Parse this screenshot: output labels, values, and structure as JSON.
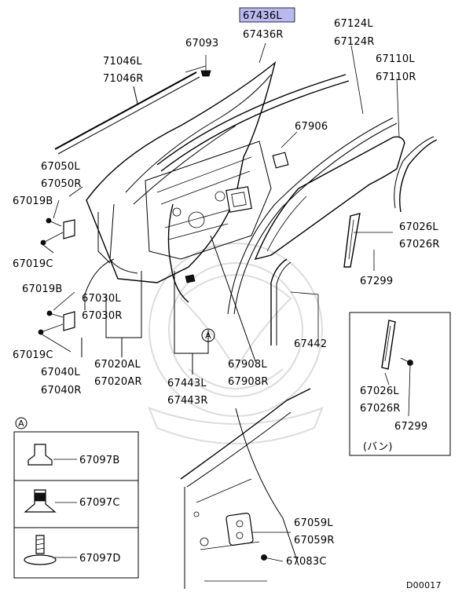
{
  "highlight_label": "67436L",
  "labels": {
    "p67436L": "67436L",
    "p67436R": "67436R",
    "p67093": "67093",
    "p71046L": "71046L",
    "p71046R": "71046R",
    "p67124L": "67124L",
    "p67124R": "67124R",
    "p67110L": "67110L",
    "p67110R": "67110R",
    "p67906": "67906",
    "p67050L": "67050L",
    "p67050R": "67050R",
    "p67019B_1": "67019B",
    "p67019C_1": "67019C",
    "p67019B_2": "67019B",
    "p67019C_2": "67019C",
    "p67030L": "67030L",
    "p67030R": "67030R",
    "p67040L": "67040L",
    "p67040R": "67040R",
    "p67020AL": "67020AL",
    "p67020AR": "67020AR",
    "p67443L": "67443L",
    "p67443R": "67443R",
    "p67908L": "67908L",
    "p67908R": "67908R",
    "p67442": "67442",
    "p67026L_1": "67026L",
    "p67026R_1": "67026R",
    "p67299_1": "67299",
    "p67026L_2": "67026L",
    "p67026R_2": "67026R",
    "p67299_2": "67299",
    "van": "(バン)",
    "callout_A_main": "A",
    "callout_A_box": "A",
    "p67097B": "67097B",
    "p67097C": "67097C",
    "p67097D": "67097D",
    "p67059L": "67059L",
    "p67059R": "67059R",
    "p67083C": "67083C",
    "diagram_id": "D00017"
  },
  "colors": {
    "highlight": "#b9b9ee",
    "line": "#000000",
    "watermark": "#dcdcdc"
  }
}
